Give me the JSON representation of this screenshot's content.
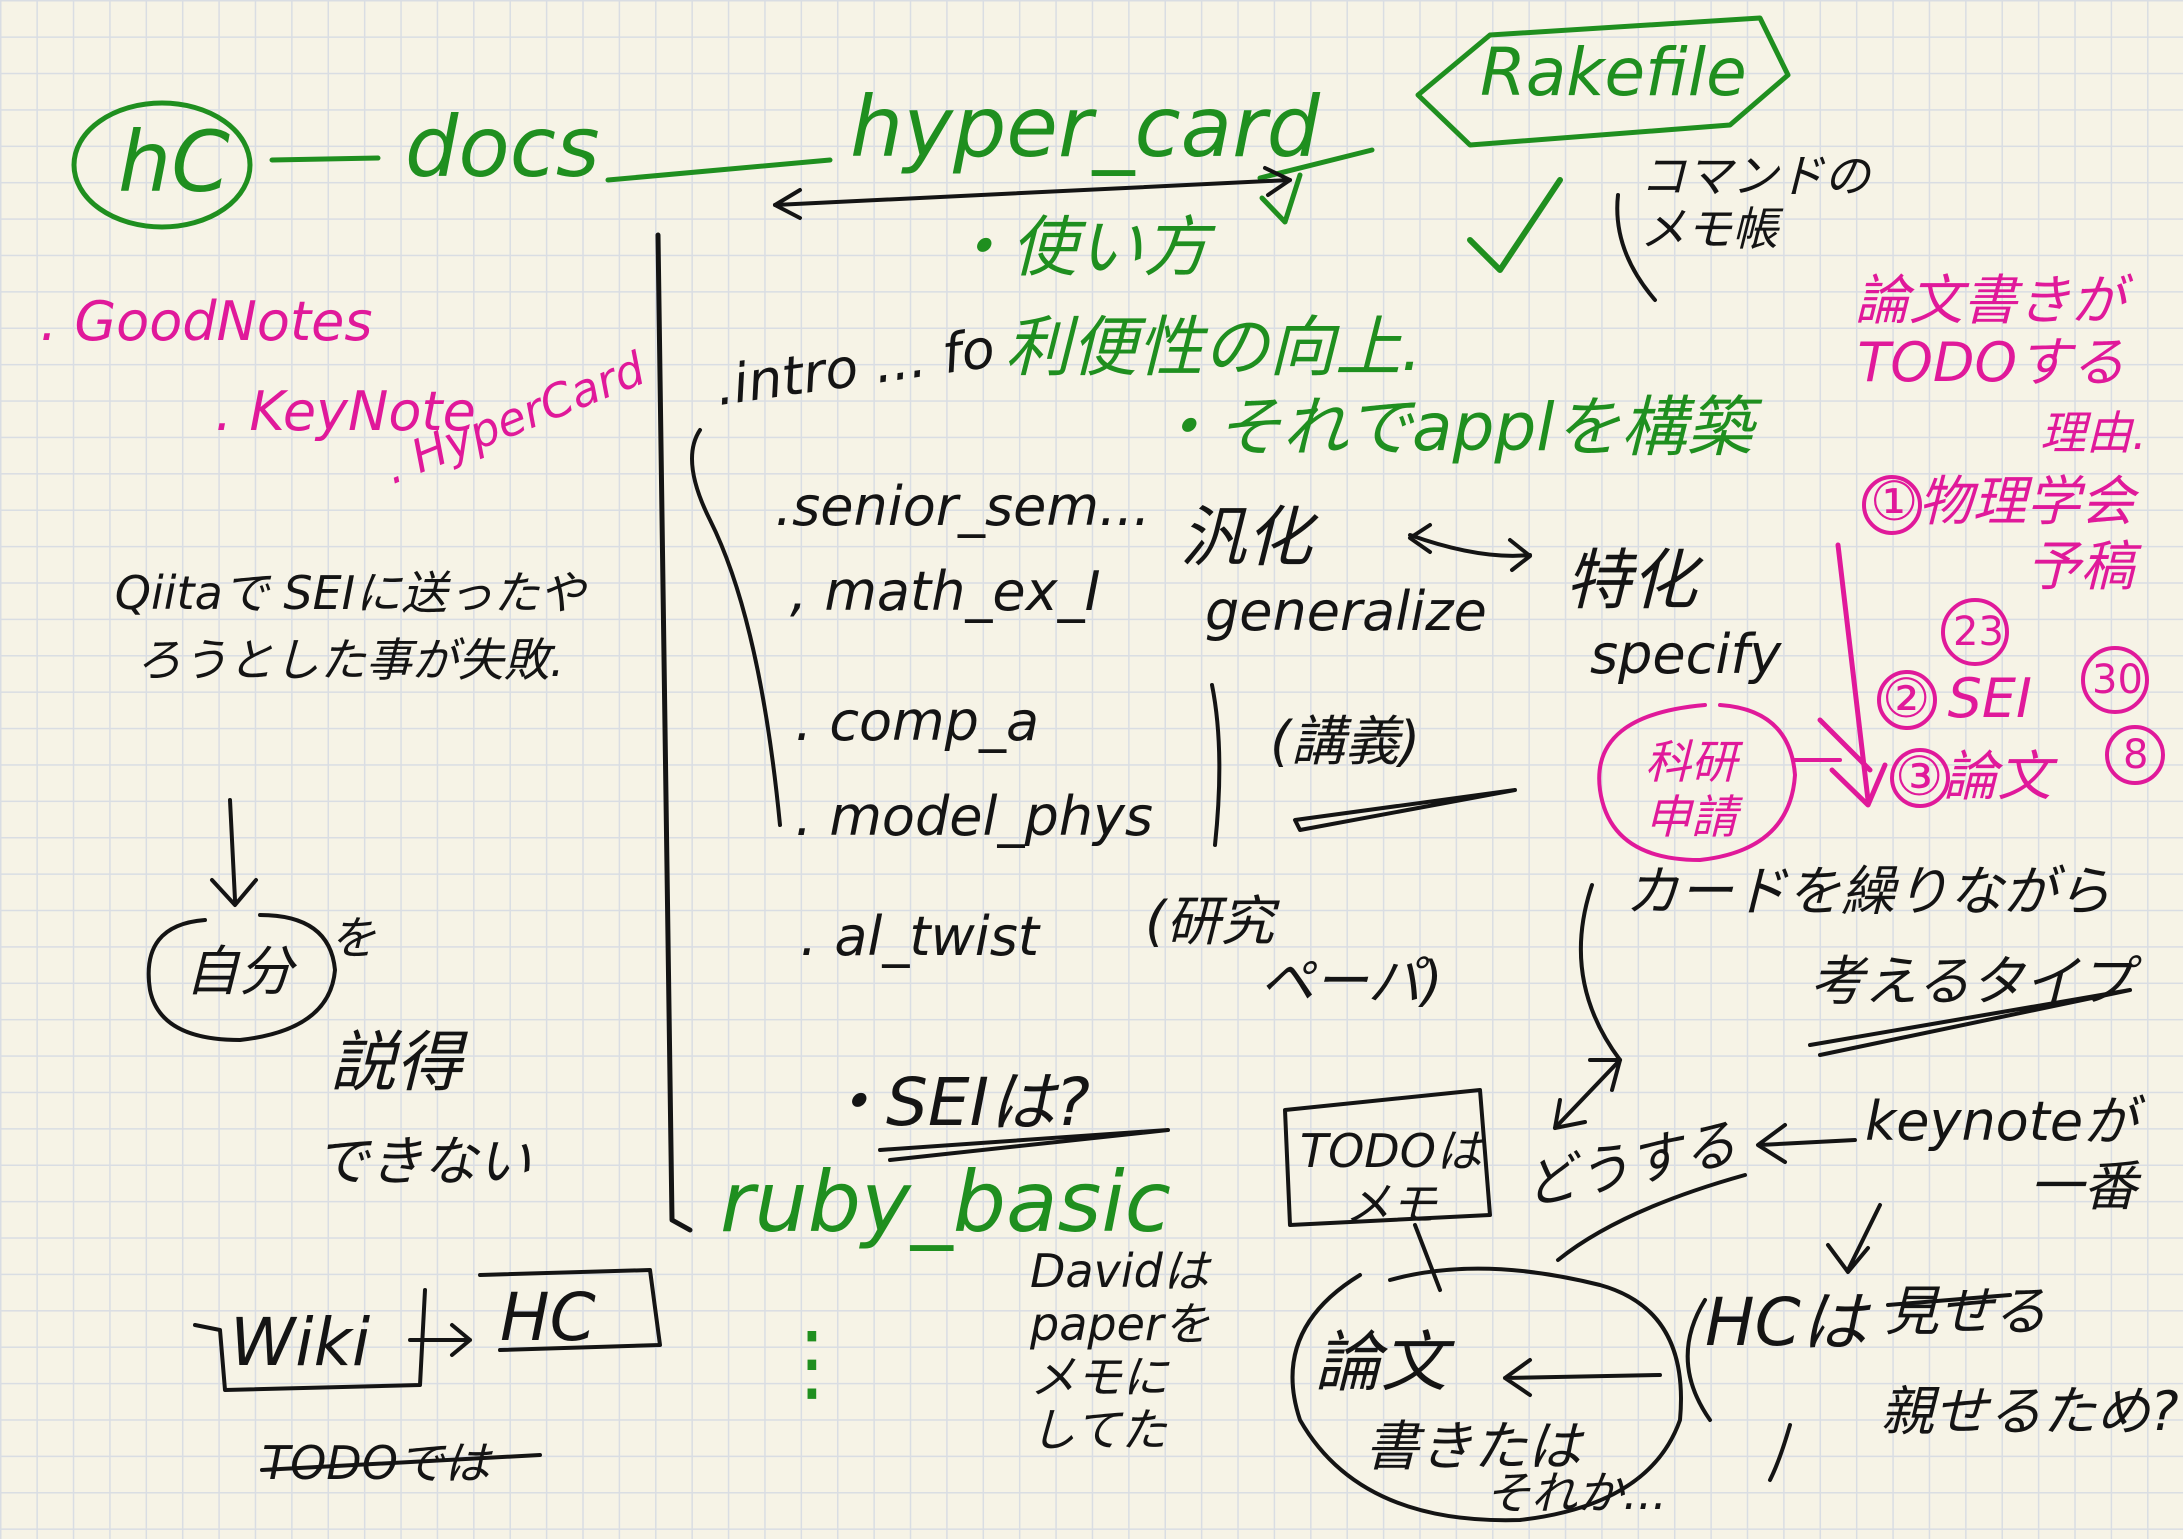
{
  "colors": {
    "ink": "#141414",
    "green": "#1f8f1f",
    "pink": "#e0199a",
    "paper": "#f6f3e6"
  },
  "top": {
    "hc": "hC",
    "docs": "docs",
    "hyper_card": "hyper_card",
    "rakefile": "Rakefile",
    "usage": "・使い方",
    "command_memo": "コマンドの\nメモ帳",
    "convenience": "利便性の向上.",
    "build_app": "・それでapplを構築"
  },
  "apps": {
    "goodnotes": ". GoodNotes",
    "keynote": ". KeyNote",
    "hypercard": ". HyperCard"
  },
  "left": {
    "qiita_note": "Qiitaで SEIに送ったやろうとした事が失敗.",
    "self": "自分",
    "wo": "を",
    "persuade": "説得",
    "cannot": "できない",
    "wiki": "Wiki",
    "hc": "HC",
    "todo_struck": "TODOでは"
  },
  "list": {
    "items": [
      ".intro ... fo",
      ".senior_sem...",
      ", math_ex_I",
      ". comp_a",
      ". model_phys",
      ". al_twist",
      "・SEIは?"
    ],
    "ruby_basic": "ruby_basic",
    "dots": "⋮"
  },
  "middle": {
    "hanka": "汎化",
    "generalize": "generalize",
    "tokka": "特化",
    "specify": "specify",
    "kougi": "(講義)",
    "kenkyu": "(研究",
    "paper": "ペーパ)"
  },
  "pink": {
    "thesis_todo": "論文書きが\nTODOする",
    "reason": "理由.",
    "r1": "①物理学会\n予稿",
    "n23": "23",
    "r2": "② SEI",
    "n30": "30",
    "r3": "③論文",
    "n8": "8",
    "kaken": "科研\n申請"
  },
  "right": {
    "card_type": "カードを繰りながら",
    "think_type": "考えるタイプ",
    "keynote_best": "keynoteが\n一番",
    "what_to_do": "どうする",
    "todo_memo": "TODOは\nメモ",
    "hc_show": "HCは",
    "hc_show_struck": "見せる",
    "hc_parents": "親せるため?",
    "thesis": "論文",
    "wrote": "書きたは",
    "sorekana": "それか...",
    "david": "Davidは\npaperを\nメモに\nしてた"
  }
}
